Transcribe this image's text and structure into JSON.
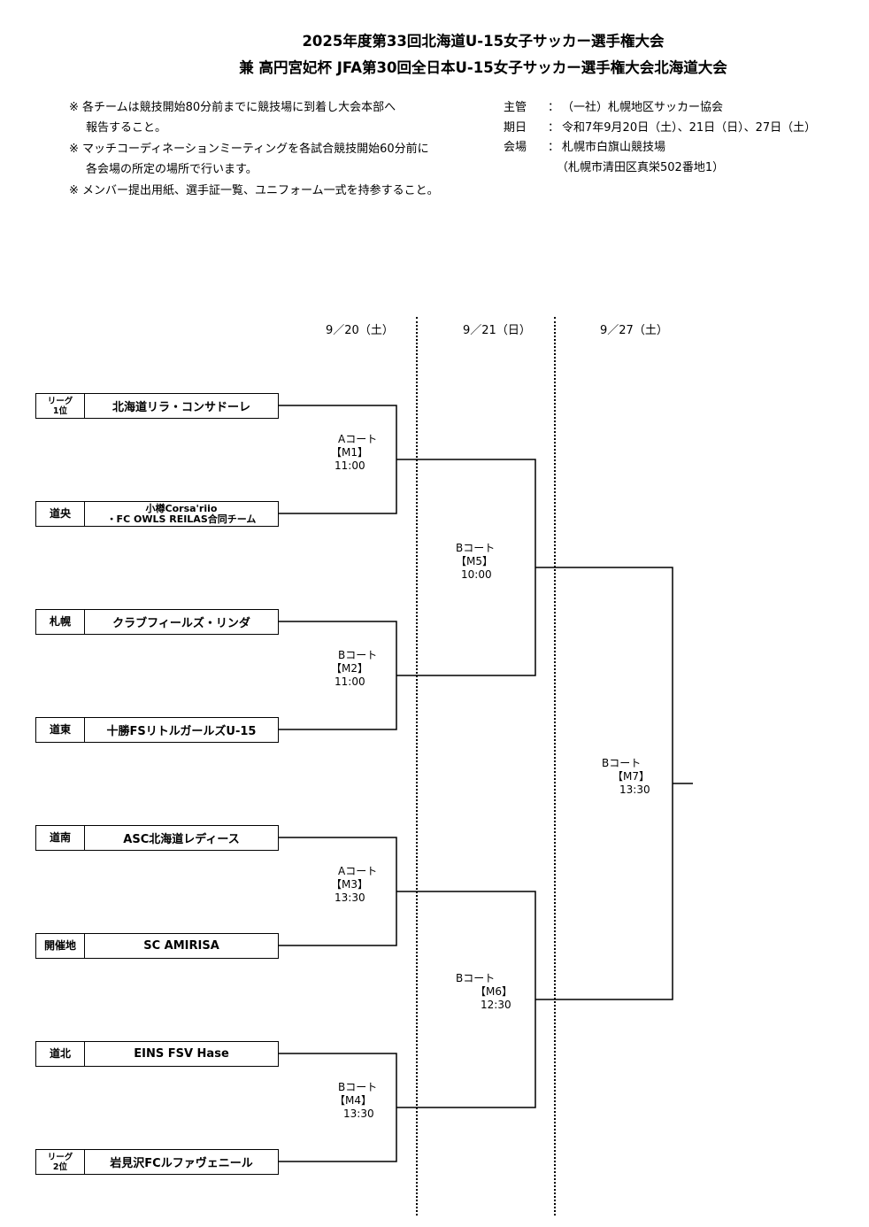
{
  "title": {
    "line1": "2025年度第33回北海道U-15女子サッカー選手権大会",
    "line2": "兼 高円宮妃杯 JFA第30回全日本U-15女子サッカー選手権大会北海道大会"
  },
  "notes": [
    "※ 各チームは競技開始80分前までに競技場に到着し大会本部へ",
    "報告すること。",
    "※ マッチコーディネーションミーティングを各試合競技開始60分前に",
    "各会場の所定の場所で行います。",
    "※ メンバー提出用紙、選手証一覧、ユニフォーム一式を持参すること。"
  ],
  "info": {
    "organizer_key": "主管",
    "organizer": "（一社）札幌地区サッカー協会",
    "dates_key": "期日",
    "dates": "令和7年9月20日（土）、21日（日）、27日（土）",
    "venue_key": "会場",
    "venue": "札幌市白旗山競技場",
    "address": "（札幌市清田区真栄502番地1）",
    "colon": "："
  },
  "day_headers": [
    "9／20（土）",
    "9／21（日）",
    "9／27（土）"
  ],
  "teams": [
    {
      "region_line1": "リーグ",
      "region_line2": "1位",
      "name": "北海道リラ・コンサドーレ"
    },
    {
      "region_line1": "道央",
      "region_line2": "",
      "name_line1": "小樽Corsa'riio",
      "name_line2": "・FC OWLS REILAS合同チーム"
    },
    {
      "region_line1": "札幌",
      "region_line2": "",
      "name": "クラブフィールズ・リンダ"
    },
    {
      "region_line1": "道東",
      "region_line2": "",
      "name": "十勝FSリトルガールズU-15"
    },
    {
      "region_line1": "道南",
      "region_line2": "",
      "name": "ASC北海道レディース"
    },
    {
      "region_line1": "開催地",
      "region_line2": "",
      "name": "SC AMIRISA"
    },
    {
      "region_line1": "道北",
      "region_line2": "",
      "name": "EINS FSV Hase"
    },
    {
      "region_line1": "リーグ",
      "region_line2": "2位",
      "name": "岩見沢FCルファヴェニール"
    }
  ],
  "matches": [
    {
      "court": "Aコート",
      "id": "【M1】",
      "time": "11:00"
    },
    {
      "court": "Bコート",
      "id": "【M2】",
      "time": "11:00"
    },
    {
      "court": "Aコート",
      "id": "【M3】",
      "time": "13:30"
    },
    {
      "court": "Bコート",
      "id": "【M4】",
      "time": "13:30"
    },
    {
      "court": "Bコート",
      "id": "【M5】",
      "time": "10:00"
    },
    {
      "court": "Bコート",
      "id": "【M6】",
      "time": "12:30"
    },
    {
      "court": "Bコート",
      "id": "【M7】",
      "time": "13:30"
    }
  ]
}
